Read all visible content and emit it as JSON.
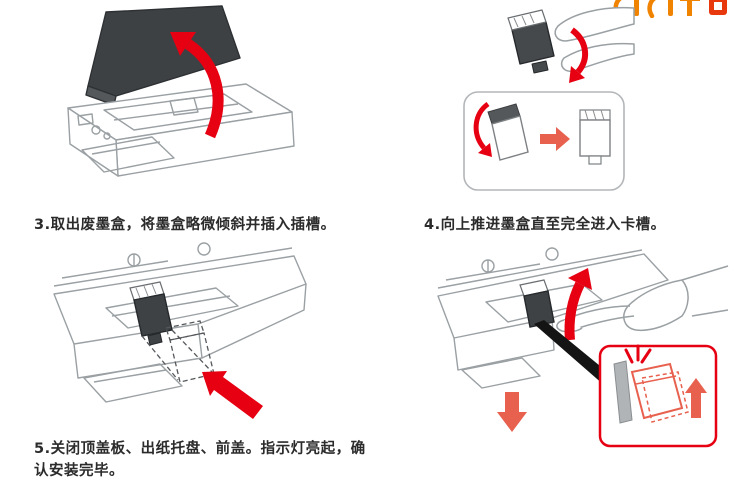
{
  "captions": {
    "step3": "3.取出废墨盒，将墨盒略微倾斜并插入插槽。",
    "step4": "4.向上推进墨盒直至完全进入卡槽。",
    "step5_line1": "5.关闭顶盖板、出纸托盘、前盖。指示灯亮起，确",
    "step5_line2": "认安装完毕。"
  },
  "figures": {
    "top_left": "printer-top-cover-opened-with-red-arrow",
    "top_right": "hold-cartridge-tilted-with-orientation-inset",
    "bottom_left": "insert-cartridge-into-slot-dashed-guide",
    "bottom_right": "push-cartridge-up-until-click-inset"
  },
  "colors": {
    "arrow_red": "#e60012",
    "block_arrow": "#e8604e",
    "line_gray": "#9aa0a3",
    "dark_part": "#3e4144",
    "logo_orange": "#f08300"
  }
}
